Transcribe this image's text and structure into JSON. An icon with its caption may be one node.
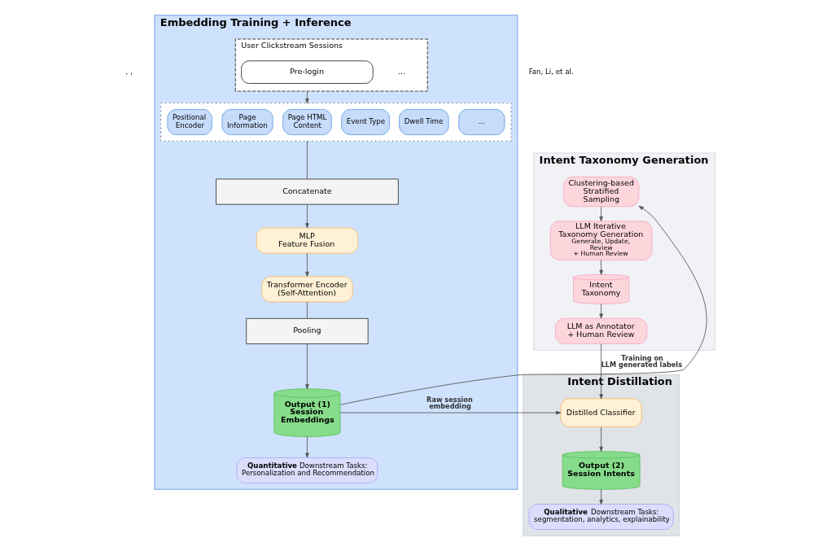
{
  "diagram": {
    "nodes": [
      {
        "text": [
          "Embedding Training + Inference"
        ]
      },
      {
        "text": [
          "User Clickstream Sessions"
        ],
        "in": 0
      },
      {
        "text": [
          "Pre-login"
        ],
        "in": 1
      },
      {
        "text": [],
        "shape": "box",
        "in": 0
      },
      {
        "text": [
          "Positional Encoder"
        ],
        "in": 3
      },
      {
        "text": [
          "Page Information"
        ],
        "in": 3
      },
      {
        "text": [
          "Page HTML Content"
        ],
        "in": 3
      },
      {
        "text": [
          "Event Type"
        ],
        "in": 3
      },
      {
        "text": [
          "Dwell Time"
        ],
        "in": 3
      },
      {
        "text": [
          "..."
        ],
        "in": 3
      },
      {
        "text": [
          "Concatenate"
        ],
        "in": 0
      },
      {
        "text": [
          "MLP Feature Fusion"
        ],
        "in": 0
      },
      {
        "text": [
          "Transformer Encoder (Self-Attention)"
        ],
        "in": 0
      },
      {
        "text": [
          "Pooling"
        ],
        "in": 0
      },
      {
        "text": [
          "Output (1) Session Embeddings"
        ],
        "in": 0
      },
      {
        "text": [
          "**Quantitative** Downstream Tasks: Personalization and Recommendation"
        ],
        "in": 0
      },
      {
        "text": [
          "Intent Taxonomy Generation"
        ]
      },
      {
        "text": [
          "Clustering-based Stratified Sampling"
        ],
        "in": 16
      },
      {
        "text": [
          "LLM Iterative Taxonomy Generation",
          "Generate, Update, Review + Human Review"
        ],
        "in": 16
      },
      {
        "text": [
          "Intent Taxonomy"
        ],
        "in": 16
      },
      {
        "text": [
          "LLM as Annotator + Human Review"
        ],
        "in": 16
      },
      {
        "text": [
          "Intent Distillation"
        ]
      },
      {
        "text": [
          "Distilled Classifier"
        ],
        "in": 21
      },
      {
        "text": [
          "Output (2) Session Intents"
        ],
        "in": 21
      },
      {
        "text": [
          "**Qualitative** Downstream Tasks: segmentation, analytics, explainability"
        ],
        "in": 21
      }
    ],
    "edges": [
      {
        "from": 1,
        "to": 3,
        "arrow": "to"
      },
      {
        "from": 3,
        "to": 10,
        "arrow": "none"
      },
      {
        "from": 10,
        "to": 11,
        "arrow": "to"
      },
      {
        "from": 11,
        "to": 12,
        "arrow": "to"
      },
      {
        "from": 12,
        "to": 13,
        "arrow": "none"
      },
      {
        "from": 13,
        "to": 14,
        "arrow": "to"
      },
      {
        "from": 14,
        "to": 15,
        "arrow": "to"
      },
      {
        "from": 14,
        "to": 17,
        "arrow": "to"
      },
      {
        "from": 14,
        "to": 22,
        "arrow": "to",
        "label": "Raw session embedding"
      },
      {
        "from": 17,
        "to": 18,
        "arrow": "to"
      },
      {
        "from": 18,
        "to": 19,
        "arrow": "to"
      },
      {
        "from": 19,
        "to": 20,
        "arrow": "to"
      },
      {
        "from": 20,
        "to": 22,
        "arrow": "to",
        "label": "Training on LLM generated labels"
      },
      {
        "from": 22,
        "to": 23,
        "arrow": "to"
      },
      {
        "from": 23,
        "to": 24,
        "arrow": "to"
      }
    ],
    "labels": [
      ", ,",
      "Fan, Li, et al.",
      "..."
    ]
  }
}
